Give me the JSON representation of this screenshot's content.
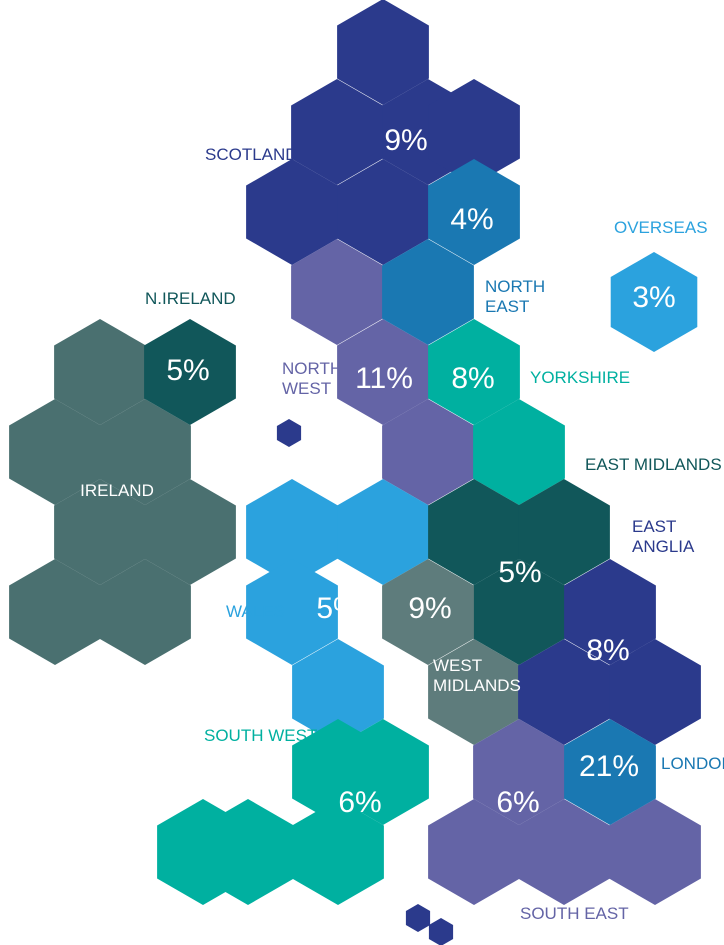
{
  "colors": {
    "navy": "#2b3a8c",
    "purple": "#6464a6",
    "steel_blue": "#1a78b2",
    "sky_blue": "#2ba2de",
    "teal": "#00b0a0",
    "dark_teal": "#11575a",
    "slate": "#4a7070",
    "grey_teal": "#5e7c7c"
  },
  "regions": {
    "scotland": {
      "label": "SCOTLAND",
      "value": "9%"
    },
    "north_east": {
      "label_line1": "NORTH",
      "label_line2": "EAST",
      "value": "4%"
    },
    "overseas": {
      "label": "OVERSEAS",
      "value": "3%"
    },
    "northern_ireland": {
      "label": "N.IRELAND",
      "value": "5%"
    },
    "ireland": {
      "label": "IRELAND"
    },
    "north_west": {
      "label_line1": "NORTH",
      "label_line2": "WEST",
      "value": "11%"
    },
    "yorkshire": {
      "label": "YORKSHIRE",
      "value": "8%"
    },
    "east_midlands": {
      "label": "EAST MIDLANDS",
      "value": "5%"
    },
    "east_anglia": {
      "label_line1": "EAST",
      "label_line2": "ANGLIA",
      "value": "8%"
    },
    "wales": {
      "label": "WALES",
      "value": "5%"
    },
    "west_midlands": {
      "label_line1": "WEST",
      "label_line2": "MIDLANDS",
      "value": "9%"
    },
    "london": {
      "label": "LONDON",
      "value": "21%"
    },
    "south_west": {
      "label": "SOUTH WEST",
      "value": "6%"
    },
    "south_east": {
      "label": "SOUTH EAST",
      "value": "6%"
    }
  }
}
